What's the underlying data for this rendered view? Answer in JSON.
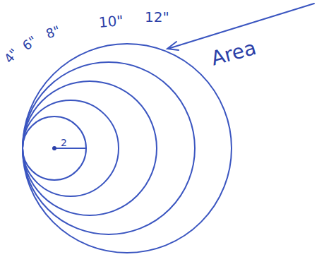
{
  "diagram": {
    "labels": [
      "4\"",
      "6\"",
      "8\"",
      "10\"",
      "12\"",
      "Area",
      "2"
    ]
  }
}
